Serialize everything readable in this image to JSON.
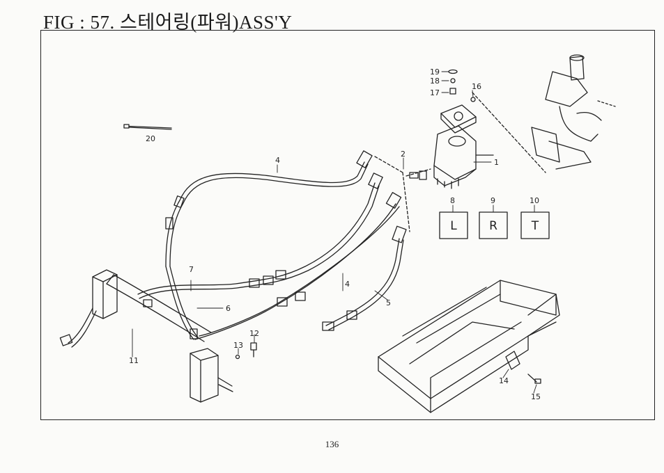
{
  "title": "FIG : 57. 스테어링(파워)ASS'Y",
  "page_number": "136",
  "callouts": {
    "c1": "1",
    "c2": "2",
    "c4a": "4",
    "c4b": "4",
    "c5": "5",
    "c6": "6",
    "c7": "7",
    "c8": "8",
    "c9": "9",
    "c10": "10",
    "c11": "11",
    "c12": "12",
    "c13": "13",
    "c14": "14",
    "c15": "15",
    "c16": "16",
    "c17": "17",
    "c18": "18",
    "c19": "19",
    "c20": "20"
  },
  "port_boxes": {
    "left": "L",
    "right": "R",
    "tank": "T"
  }
}
